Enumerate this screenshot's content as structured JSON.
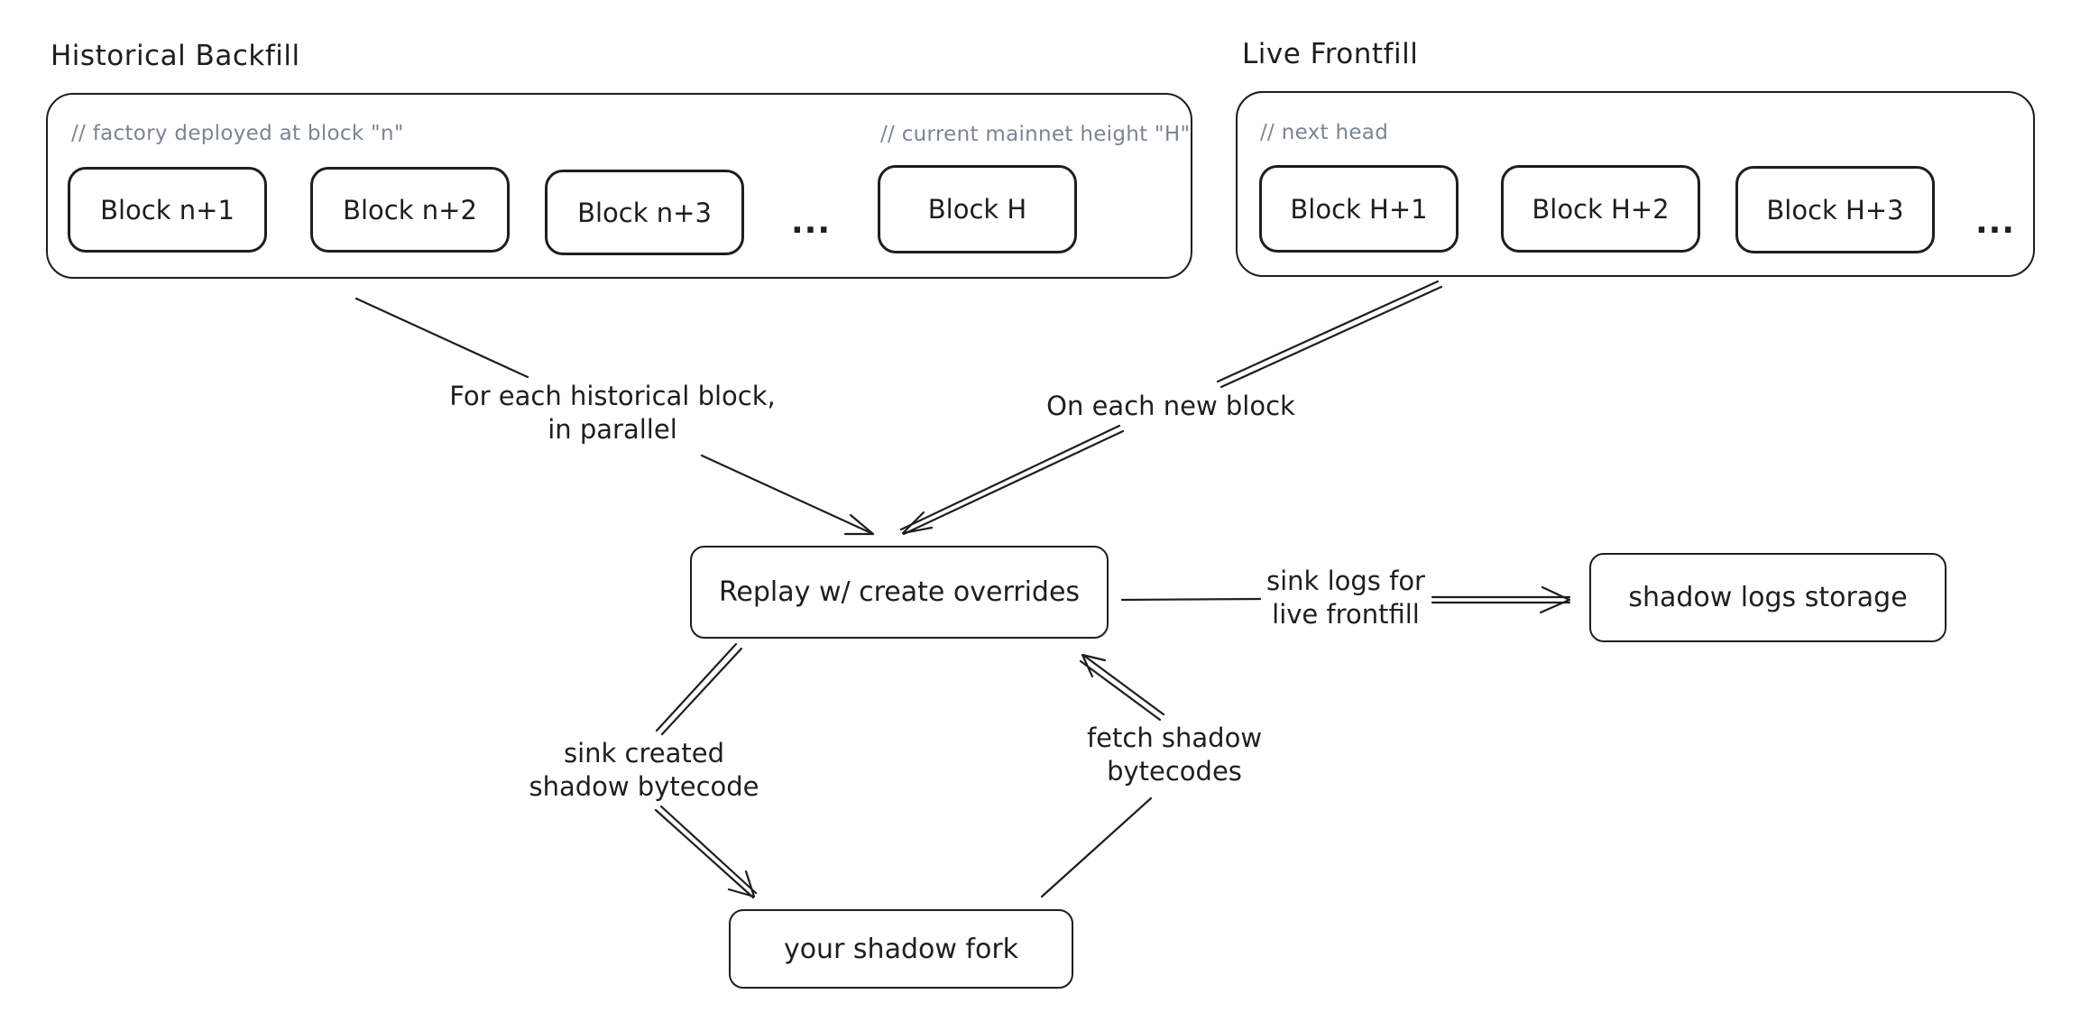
{
  "historical": {
    "title": "Historical Backfill",
    "comment_left": "// factory deployed at block \"n\"",
    "comment_right": "// current mainnet height \"H\"",
    "blocks": [
      "Block n+1",
      "Block n+2",
      "Block n+3",
      "Block H"
    ],
    "ellipsis": "..."
  },
  "live": {
    "title": "Live Frontfill",
    "comment": "// next head",
    "blocks": [
      "Block H+1",
      "Block H+2",
      "Block H+3"
    ],
    "ellipsis": "..."
  },
  "nodes": {
    "replay": "Replay w/ create overrides",
    "storage": "shadow logs storage",
    "fork": "your shadow fork"
  },
  "edges": {
    "historical_to_replay": [
      "For each historical block,",
      "in parallel"
    ],
    "live_to_replay": [
      "On each new block"
    ],
    "replay_to_storage": [
      "sink logs for",
      "live frontfill"
    ],
    "replay_to_fork": [
      "sink created",
      "shadow bytecode"
    ],
    "fork_to_replay": [
      "fetch shadow",
      "bytecodes"
    ]
  }
}
